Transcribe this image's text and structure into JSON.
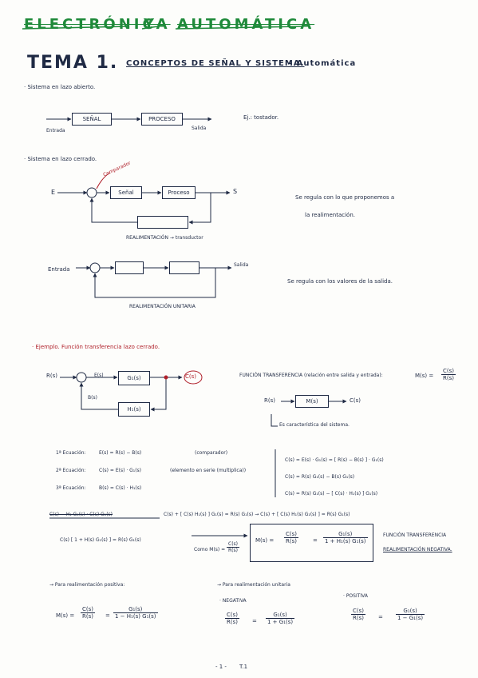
{
  "header": {
    "title_left": "ELECTRÓNICA",
    "title_amp": "Y",
    "title_right": "AUTOMÁTICA",
    "tema": "TEMA 1.",
    "subtitle": "CONCEPTOS DE SEÑAL Y SISTEMA.",
    "subtitle_tag": "- Automática"
  },
  "open_loop": {
    "heading": "· Sistema en lazo abierto.",
    "input_label": "Entrada",
    "block1": "SEÑAL",
    "block2": "PROCESO",
    "output_label": "Salida",
    "note": "Ej.: tostador."
  },
  "closed_loop": {
    "heading": "· Sistema en lazo cerrado.",
    "comparator_label": "Comparador",
    "input": "E",
    "output": "S",
    "block1": "Señal",
    "block2": "Proceso",
    "feedback_label": "REALIMENTACIÓN → transductor",
    "note_line1": "Se regula con lo que proponemos a",
    "note_line2": "la realimentación."
  },
  "unit_loop": {
    "input_label": "Entrada",
    "output_label": "Salida",
    "feedback_label": "REALIMENTACIÓN UNITARIA",
    "note": "Se regula con los valores de la salida."
  },
  "example": {
    "heading": "· Ejemplo. Función transferencia lazo cerrado.",
    "r": "R(s)",
    "e": "E(s)",
    "b": "B(s)",
    "g": "G₁(s)",
    "h": "H₁(s)",
    "c": "C(s)",
    "tf_def": "FUNCIÓN TRANSFERENCIA (relación entre salida y entrada):",
    "tf_eq_lhs": "M(s) =",
    "tf_num": "C(s)",
    "tf_den": "R(s)",
    "small_block": "M(s)",
    "small_in": "R(s)",
    "small_out": "C(s)",
    "char_note": "Es característica del sistema."
  },
  "equations": {
    "eq1_label": "1ª Ecuación:",
    "eq1": "E(s) = R(s) − B(s)",
    "eq1_note": "(comparador)",
    "eq2_label": "2ª Ecuación:",
    "eq2": "C(s) = E(s) · G₁(s)",
    "eq2_note": "(elemento en serie (multiplica))",
    "eq3_label": "3ª Ecuación:",
    "eq3": "B(s) = C(s) · H₁(s)",
    "r1": "C(s) = E(s) · G₁(s) = [ R(s) − B(s) ] · G₁(s)",
    "r2": "C(s) = R(s) G₁(s) − B(s) G₁(s)",
    "r3": "C(s) = R(s) G₁(s) − [ C(s) · H₁(s) ] G₁(s)",
    "struck": "C(s) − H₁ G₁(s) · C(s) G₁(s)",
    "line4": "C(s) + [ C(s) H₁(s) ] G₁(s) = R(s) G₁(s)  →  C(s) + [ C(s) H₁(s) G₁(s) ] = R(s) G₁(s)",
    "line5": "C(s) [ 1 + H(s) G₁(s) ] = R(s) G₁(s)",
    "como": "Como M(s) =",
    "como_num": "C(s)",
    "como_den": "R(s)",
    "box_lhs": "M(s) =",
    "box_num1": "C(s)",
    "box_den1": "R(s)",
    "box_num2": "G₁(s)",
    "box_den2": "1 + H₁(s) G₁(s)",
    "box_note1": "FUNCIÓN TRANSFERENCIA",
    "box_note2": "REALIMENTACIÓN NEGATIVA."
  },
  "cases": {
    "pos_heading": "→ Para realimentación positiva:",
    "pos_lhs": "M(s) =",
    "pos_num1": "C(s)",
    "pos_den1": "R(s)",
    "pos_num2": "G₁(s)",
    "pos_den2": "1 − H₁(s) G₁(s)",
    "unit_heading": "→ Para realimentación unitaria",
    "neg_label": "· NEGATIVA",
    "neg_num1": "C(s)",
    "neg_den1": "R(s)",
    "neg_num2": "G₁(s)",
    "neg_den2": "1 + G₁(s)",
    "posi_label": "· POSITIVA",
    "posi_num1": "C(s)",
    "posi_den1": "R(s)",
    "posi_num2": "G₁(s)",
    "posi_den2": "1 − G₁(s)"
  },
  "footer": {
    "page": "- 1 -",
    "tag": "T.1"
  }
}
